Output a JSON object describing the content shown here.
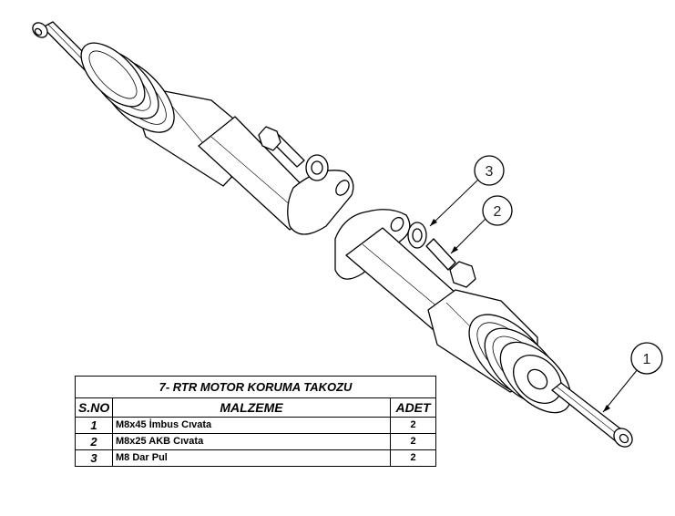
{
  "title": "7- RTR MOTOR KORUMA TAKOZU",
  "columns": {
    "no": "S.NO",
    "name": "MALZEME",
    "qty": "ADET"
  },
  "rows": [
    {
      "no": "1",
      "name": "M8x45 İmbus Cıvata",
      "qty": "2"
    },
    {
      "no": "2",
      "name": "M8x25 AKB Cıvata",
      "qty": "2"
    },
    {
      "no": "3",
      "name": "M8 Dar Pul",
      "qty": "2"
    }
  ],
  "balloons": [
    "1",
    "2",
    "3"
  ],
  "colors": {
    "line": "#000000",
    "background": "#ffffff"
  }
}
